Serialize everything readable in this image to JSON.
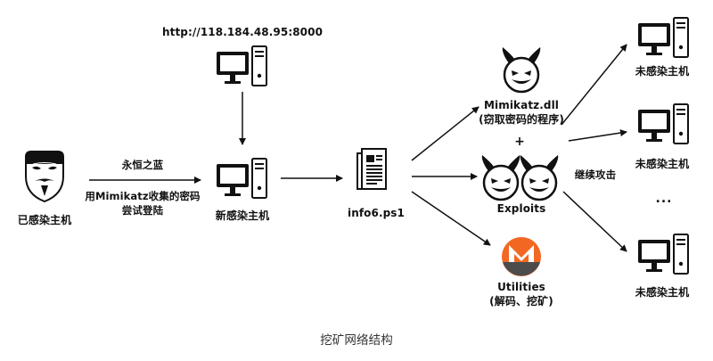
{
  "nodes": {
    "infected_host": {
      "label": "已感染主机"
    },
    "c2_server": {
      "label": "http://118.184.48.95:8000"
    },
    "new_host": {
      "label": "新感染主机"
    },
    "script": {
      "label": "info6.ps1"
    },
    "mimikatz": {
      "label_line1": "Mimikatz.dll",
      "label_line2": "(窃取密码的程序)"
    },
    "exploits": {
      "label": "Exploits"
    },
    "utilities": {
      "label_line1": "Utilities",
      "label_line2": "(解码、挖矿)"
    },
    "targets": [
      {
        "label": "未感染主机"
      },
      {
        "label": "未感染主机"
      },
      {
        "label": "未感染主机"
      }
    ]
  },
  "edges": {
    "infected_to_new_line1": "永恒之蓝",
    "infected_to_new_line2": "用Mimikatz收集的密码",
    "infected_to_new_line3": "尝试登陆",
    "continue_attack": "继续攻击"
  },
  "plus_sign": "+",
  "ellipsis": "...",
  "caption": "挖矿网络结构",
  "colors": {
    "ink": "#111111",
    "monero_orange": "#F26822",
    "monero_gray": "#4C4C4C"
  },
  "icons": {
    "computer": "computer-icon",
    "hacker_mask": "anonymous-mask-icon",
    "document": "document-icon",
    "devil_face": "devil-face-icon",
    "monero_logo": "monero-logo-icon"
  }
}
